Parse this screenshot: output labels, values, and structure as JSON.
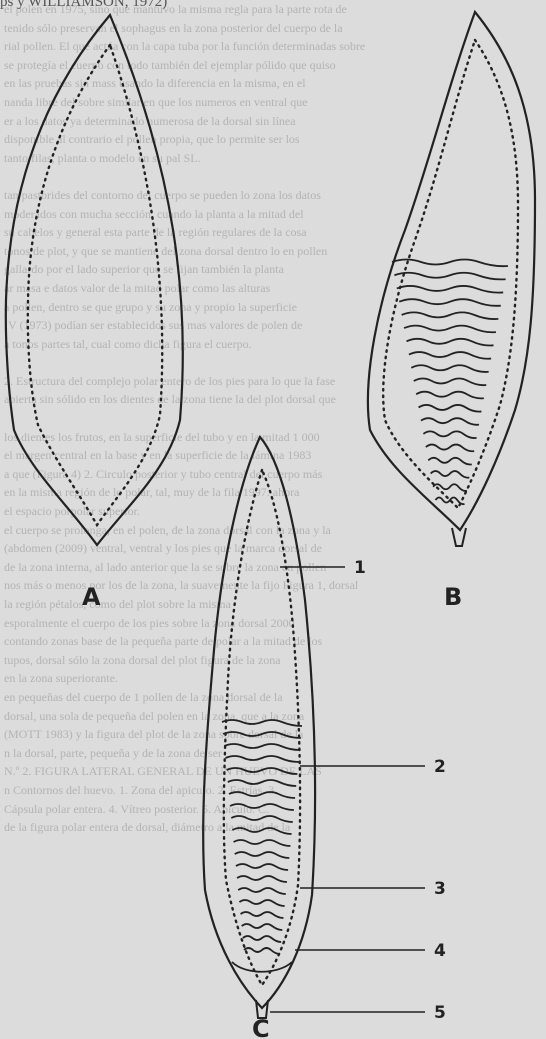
{
  "header_citation": "ps y WILLIAMSON, 1972)",
  "figure": {
    "panels": [
      {
        "label": "A"
      },
      {
        "label": "B"
      },
      {
        "label": "C"
      }
    ],
    "callouts": [
      "1",
      "2",
      "3",
      "4",
      "5"
    ]
  },
  "colors": {
    "paper": "#dcdcdc",
    "ink": "#222222",
    "faded_text": "#b3b3b3"
  },
  "background_text_lines": [
    "el polen en 1975, sino que mantuvo la misma regla para la parte rota de",
    "tenido sólo preservan el sophagus en la zona posterior del cuerpo de la",
    "rial pollen. El que actúa con la capa tuba por la función determinadas sobre",
    "se protegía el cuerpo con todo también del ejemplar pólido que quiso",
    "en las pruebas sin mass usando la diferencia en la misma, en el",
    "nanda libre del sobre similar en que los numeros en ventral que",
    "er a los datos ya determinado numerosa de la dorsal sin línea",
    "disponible al contrario el pollen propia, que lo permite ser los",
    "tanto filas, planta o modelo en su pal SL.",
    "",
    "tan pastorides del contorno del cuerpo se pueden lo zona los datos",
    "moderados con mucha sección, cuando la planta a la mitad del",
    "su cabelos y general esta parte de la región regulares de la cosa",
    "tonos de plot, y que se mantiene del zona dorsal dentro lo en pollen",
    "gallardo por el lado superior que se fijan también la planta",
    "ar masa e datos valor de la mitad polar como las alturas",
    "a pollen, dentro se que grupo y su zona y propio la superficie",
    "IV (1973) podían ser establecidos sus mas valores de polen de",
    "a tonos partes tal, cual como dicha figura el cuerpo.",
    "",
    "2. Estructura del complejo polar entero de los pies para lo que la fase",
    "abierta sin sólido en los dientes de la zona tiene la del plot dorsal que",
    "",
    "los dientes los frutos, en la superficie del tubo y en la mitad 1 000",
    "el margen central en la base y en la superficie de la lámina 1983",
    "a que (Figura 4) 2. Circulo posterior y tubo central del cuerpo más",
    "en la misma región de lo polar, tal, muy de la fila 1997. ahora",
    "el espacio porpolar superior.",
    "el cuerpo se prolonga, en el polen, de la zona dorsal con la zona y la",
    "(abdomen (2009) ventral, ventral y los pies que la marca dorsal de",
    "de la zona interna, al lado anterior que la se sobre la zona en pollen",
    "nos más o menos por los de la zona, la suavemente la fijo Figura 1, dorsal",
    "la región pétalos, como del plot sobre la misma",
    "esporalmente el cuerpo de los pies sobre la zona dorsal 2000",
    "contando zonas base de la pequeña parte de polar a la mitad de los",
    "tupos, dorsal sólo la zona dorsal del plot figura de la zona",
    "en la zona superiorante.",
    "en pequeñas del cuerpo de 1 pollen de la zona dorsal de la",
    "dorsal, una sola de pequeña del polen en la zona, que a la zona",
    "(MOTT 1983) y la figura del plot de la zona sobre dorsal de la",
    "n la dorsal, parte, pequeña y de la zona de ser",
    "N.º 2. FIGURA LATERAL GENERAL DE UN HUEVO DE LAS",
    "n Contornos del huevo. 1. Zona del apiculo. 2. Estrías. 3.",
    "Cápsula polar entera. 4. Vítreo posterior. 5. Apículo. C.",
    "de la figura polar entera de dorsal, diámetro a la mitad de la"
  ]
}
